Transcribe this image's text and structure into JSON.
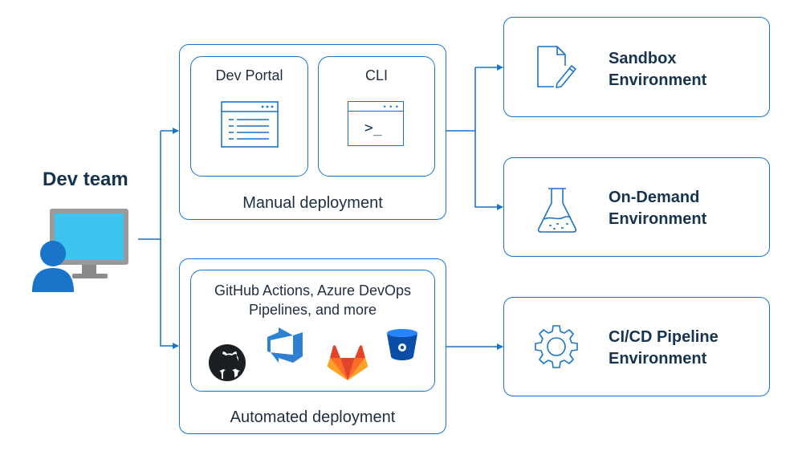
{
  "dev_team": {
    "label": "Dev team",
    "computer_icon": "computer-user-icon"
  },
  "manual": {
    "label": "Manual deployment",
    "dev_portal": {
      "label": "Dev Portal",
      "icon": "browser-window-icon"
    },
    "cli": {
      "label": "CLI",
      "icon": "terminal-icon",
      "prompt": ">_"
    }
  },
  "automated": {
    "label": "Automated deployment",
    "tools_label_line1": "GitHub Actions, Azure DevOps",
    "tools_label_line2": "Pipelines, and more",
    "logos": [
      "github-logo",
      "azure-devops-logo",
      "gitlab-logo",
      "bitbucket-logo"
    ]
  },
  "environments": [
    {
      "line1": "Sandbox",
      "line2": "Environment",
      "icon": "document-edit-icon"
    },
    {
      "line1": "On-Demand",
      "line2": "Environment",
      "icon": "flask-icon"
    },
    {
      "line1": "CI/CD Pipeline",
      "line2": "Environment",
      "icon": "gear-icon"
    }
  ],
  "colors": {
    "line": "#1a74c9",
    "accent": "#2f9be0",
    "dark": "#16334f"
  }
}
